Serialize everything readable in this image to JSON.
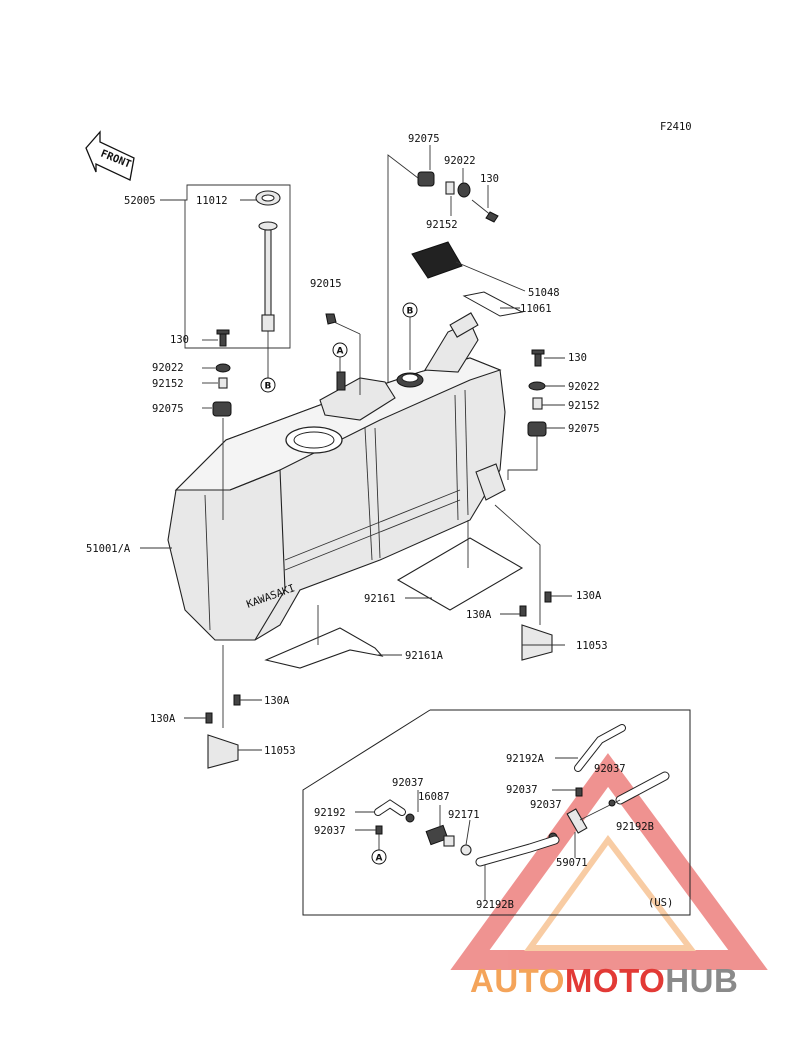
{
  "figure_code": "F2410",
  "front_label": "FRONT",
  "callout_letters": {
    "a": "A",
    "b": "B"
  },
  "region_note": "(US)",
  "watermark": {
    "part1": "AUTO",
    "part2": "MOTO",
    "part3": "HUB"
  },
  "parts": {
    "p52005": "52005",
    "p11012": "11012",
    "p92075_top": "92075",
    "p92022_top": "92022",
    "p130_top": "130",
    "p92152_top": "92152",
    "p51048": "51048",
    "p11061": "11061",
    "p92015": "92015",
    "p130_left": "130",
    "p92022_left": "92022",
    "p92152_left": "92152",
    "p92075_left": "92075",
    "p130_right": "130",
    "p92022_right": "92022",
    "p92152_right": "92152",
    "p92075_right": "92075",
    "p51001": "51001/A",
    "p92161": "92161",
    "p130A_r1": "130A",
    "p130A_r2": "130A",
    "p11053_r": "11053",
    "p92161A": "92161A",
    "p130A_l1": "130A",
    "p130A_l2": "130A",
    "p11053_l": "11053",
    "p92192A": "92192A",
    "p92037_a": "92037",
    "p16087": "16087",
    "p92037_b": "92037",
    "p92037_c": "92037",
    "p92192": "92192",
    "p92171": "92171",
    "p92037_d": "92037",
    "p92192B_r": "92192B",
    "p92037_e": "92037",
    "p59071": "59071",
    "p92192B_b": "92192B"
  },
  "colors": {
    "accent_red": "#e23a36",
    "accent_orange": "#f4a45a",
    "grey": "#8a8a8a"
  }
}
